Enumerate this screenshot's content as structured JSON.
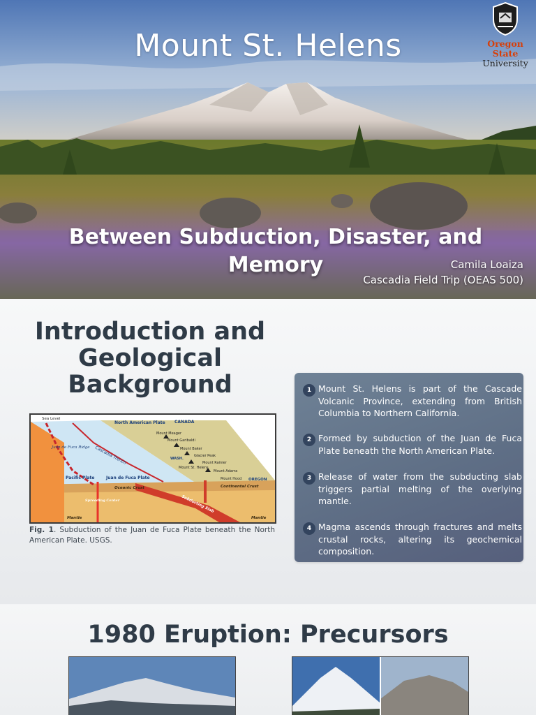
{
  "slide_title": {
    "title": "Mount St. Helens",
    "subtitle": "Between Subduction, Disaster, and Memory",
    "author": "Camila Loaiza",
    "course": "Cascadia Field Trip (OEAS 500)",
    "logo": {
      "line1": "Oregon State",
      "line2": "University",
      "icon": "osu-shield-icon"
    }
  },
  "slide_intro": {
    "heading": "Introduction and Geological Background",
    "figure": {
      "labels": {
        "sea_level": "Sea Level",
        "north_american_plate": "North American Plate",
        "canada": "CANADA",
        "mount_meager": "Mount Meager",
        "mount_garibaldi": "Mount Garibaldi",
        "mount_baker": "Mount Baker",
        "glacier_peak": "Glacier Peak",
        "mount_rainier": "Mount Rainier",
        "mount_st_helens": "Mount St. Helens",
        "mount_adams": "Mount Adams",
        "mount_hood": "Mount Hood",
        "wash": "WASH.",
        "oregon": "OREGON",
        "cascadia_trench": "Cascadia Trench",
        "juan_de_fuca_ridge": "Juan de Fuca Ridge",
        "pacific_plate": "Pacific Plate",
        "juan_de_fuca_plate": "Juan de Fuca Plate",
        "oceanic_crust": "Oceanic Crust",
        "continental_crust": "Continental Crust",
        "spreading_center": "Spreading Center",
        "subducting_slab": "Subducting Slab",
        "mantle_left": "Mantle",
        "mantle_right": "Mantle"
      }
    },
    "caption_label": "Fig. 1",
    "caption_text": ". Subduction of the Juan de Fuca Plate beneath the North American Plate. USGS.",
    "points": [
      {
        "num": "1",
        "text": "Mount St. Helens is part of the Cascade Volcanic Province, extending from British Columbia to Northern California."
      },
      {
        "num": "2",
        "text": "Formed by subduction of the Juan de Fuca Plate beneath the North American Plate."
      },
      {
        "num": "3",
        "text": "Release of water from the subducting slab triggers partial melting of the overlying mantle."
      },
      {
        "num": "4",
        "text": "Magma ascends through fractures and melts crustal rocks, altering its geochemical composition."
      }
    ]
  },
  "slide_eruption": {
    "heading": "1980 Eruption: Precursors"
  }
}
